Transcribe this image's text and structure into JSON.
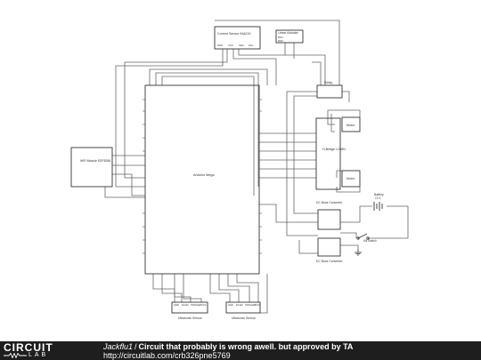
{
  "components": {
    "current_sensor": {
      "title": "Current Sensor INA219",
      "pins": [
        "GND",
        "VCC",
        "SDA",
        "SCL"
      ]
    },
    "linear_actuator": {
      "title": "Linear Actuator",
      "pins": [
        "MS1",
        "MS2"
      ]
    },
    "arduino": {
      "title": "Arduino Mega"
    },
    "wifi": {
      "title": "WiFi Module ESP8266"
    },
    "relay": {
      "title": "Relay"
    },
    "hbridge": {
      "title": "H-Bridge L298N"
    },
    "motor1": {
      "title": "Motor"
    },
    "motor2": {
      "title": "Motor"
    },
    "dcdc1": {
      "title": "DC Buck Converter"
    },
    "dcdc2": {
      "title": "DC Buck Converter"
    },
    "battery": {
      "title": "Battery",
      "value": "12 V"
    },
    "kill_switch": {
      "title": "Kill Switch"
    },
    "ultra1": {
      "title": "Ultrasonic Sensor",
      "pins": [
        "GND",
        "ECHO",
        "TRIGGER",
        "VCC"
      ]
    },
    "ultra2": {
      "title": "Ultrasonic Sensor",
      "pins": [
        "GND",
        "ECHO",
        "TRIGGER",
        "VCC"
      ]
    }
  },
  "footer": {
    "logo_top": "CIRCUIT",
    "logo_bottom": "LAB",
    "author": "Jackflu1",
    "separator": "/",
    "title": "Circuit that probably is wrong awell. but approved by TA",
    "url": "http://circuitlab.com/crb326pne5769"
  },
  "colors": {
    "wire": "#555555",
    "part": "#333333",
    "footer_bg": "#1e1e1e"
  }
}
